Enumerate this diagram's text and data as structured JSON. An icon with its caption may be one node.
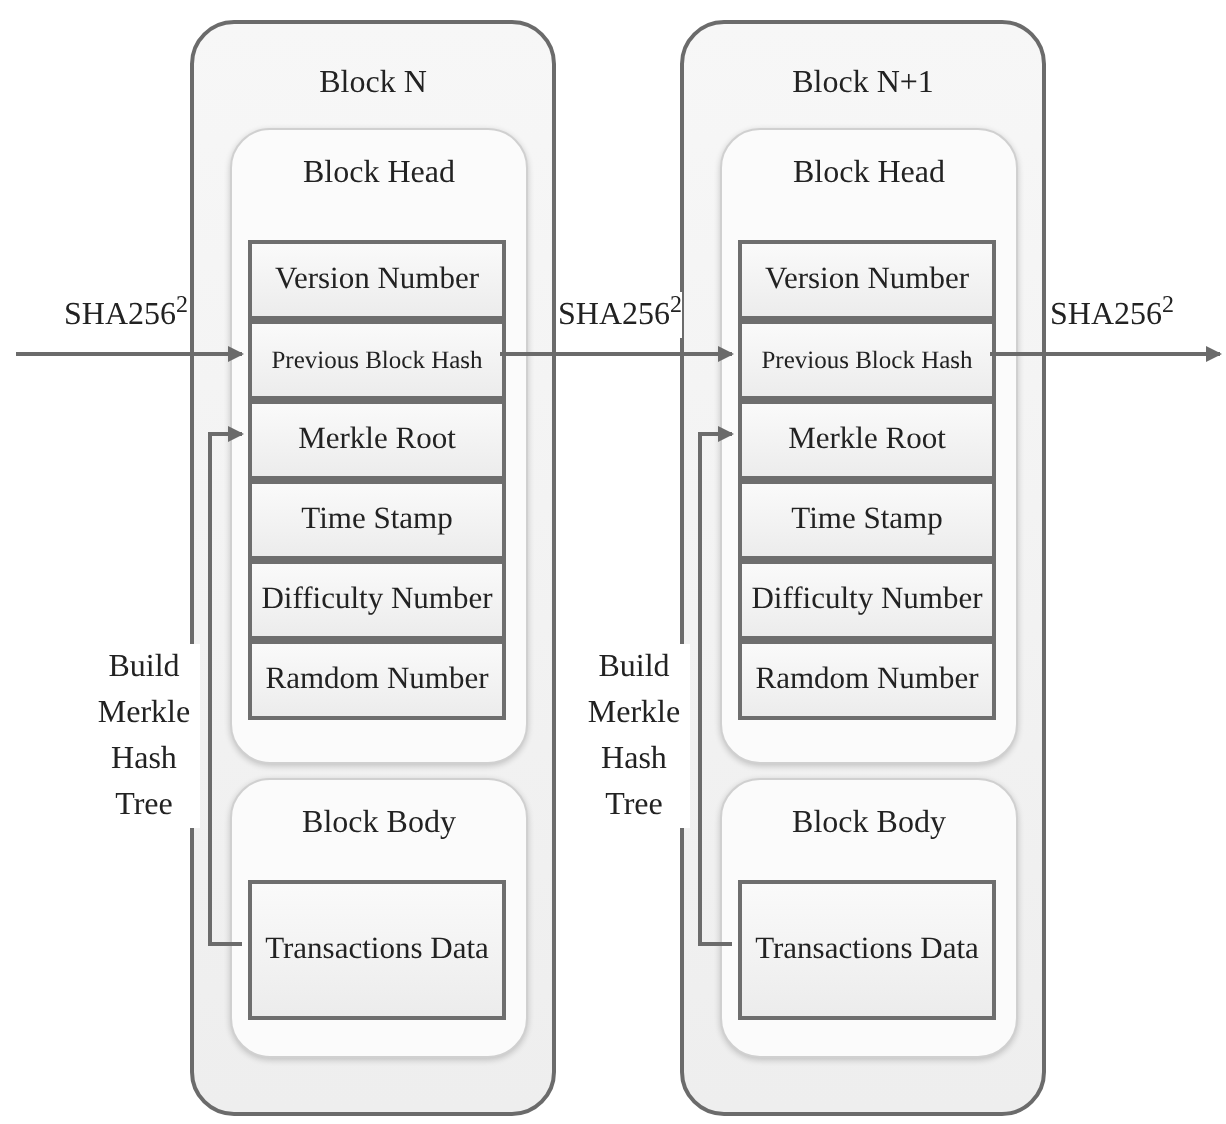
{
  "diagram": {
    "nodes": [
      {
        "text": [
          "Block N"
        ]
      },
      {
        "text": [
          "Block Head"
        ],
        "in": 0
      },
      {
        "text": [
          "Version Number"
        ],
        "in": 1
      },
      {
        "text": [
          "Previous Block Hash"
        ],
        "in": 1
      },
      {
        "text": [
          "Merkle Root"
        ],
        "in": 1
      },
      {
        "text": [
          "Time Stamp"
        ],
        "in": 1
      },
      {
        "text": [
          "Difficulty Number"
        ],
        "in": 1
      },
      {
        "text": [
          "Ramdom Number"
        ],
        "in": 1
      },
      {
        "text": [
          "Block Body"
        ],
        "in": 0
      },
      {
        "text": [
          "Transactions Data"
        ],
        "in": 8
      },
      {
        "text": [
          "Block N+1"
        ]
      },
      {
        "text": [
          "Block Head"
        ],
        "in": 10
      },
      {
        "text": [
          "Version Number"
        ],
        "in": 11
      },
      {
        "text": [
          "Previous Block Hash"
        ],
        "in": 11
      },
      {
        "text": [
          "Merkle Root"
        ],
        "in": 11
      },
      {
        "text": [
          "Time Stamp"
        ],
        "in": 11
      },
      {
        "text": [
          "Difficulty Number"
        ],
        "in": 11
      },
      {
        "text": [
          "Ramdom Number"
        ],
        "in": 11
      },
      {
        "text": [
          "Block Body"
        ],
        "in": 10
      },
      {
        "text": [
          "Transactions Data"
        ],
        "in": 18
      }
    ],
    "edges": [
      {
        "from": null,
        "to": 3,
        "arrow": "to",
        "label": "SHA256$^{2}$"
      },
      {
        "from": 3,
        "to": 13,
        "arrow": "to",
        "label": "SHA256$^{2}$"
      },
      {
        "from": 13,
        "to": null,
        "arrow": "to",
        "label": "SHA256$^{2}$"
      },
      {
        "from": 9,
        "to": 4,
        "arrow": "to",
        "label": "Build Merkle Hash Tree"
      },
      {
        "from": 19,
        "to": 14,
        "arrow": "to",
        "label": "Build Merkle Hash Tree"
      }
    ]
  }
}
